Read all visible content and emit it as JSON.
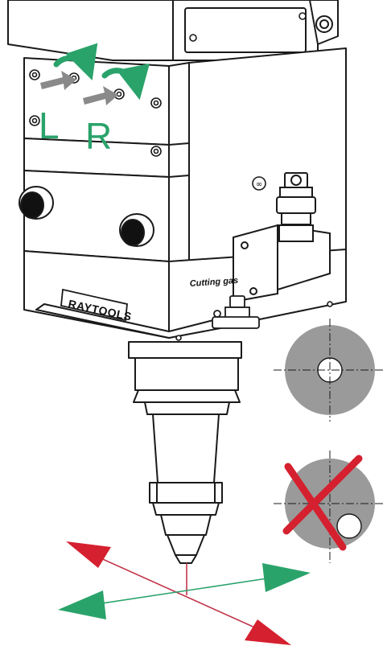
{
  "labels": {
    "left": "L",
    "right": "R",
    "brand": "RAYTOOLS",
    "gas": "Cutting gas",
    "port": "∞"
  },
  "colors": {
    "green": "#2aa36b",
    "red": "#d5202f",
    "gray_arrow": "#8a8a8a",
    "disc": "#9a9a9a",
    "line": "#1a1a1a"
  },
  "icons": {
    "rotate": "curved-arrow-icon",
    "push": "straight-arrow-icon",
    "wrong": "x-mark-icon"
  }
}
